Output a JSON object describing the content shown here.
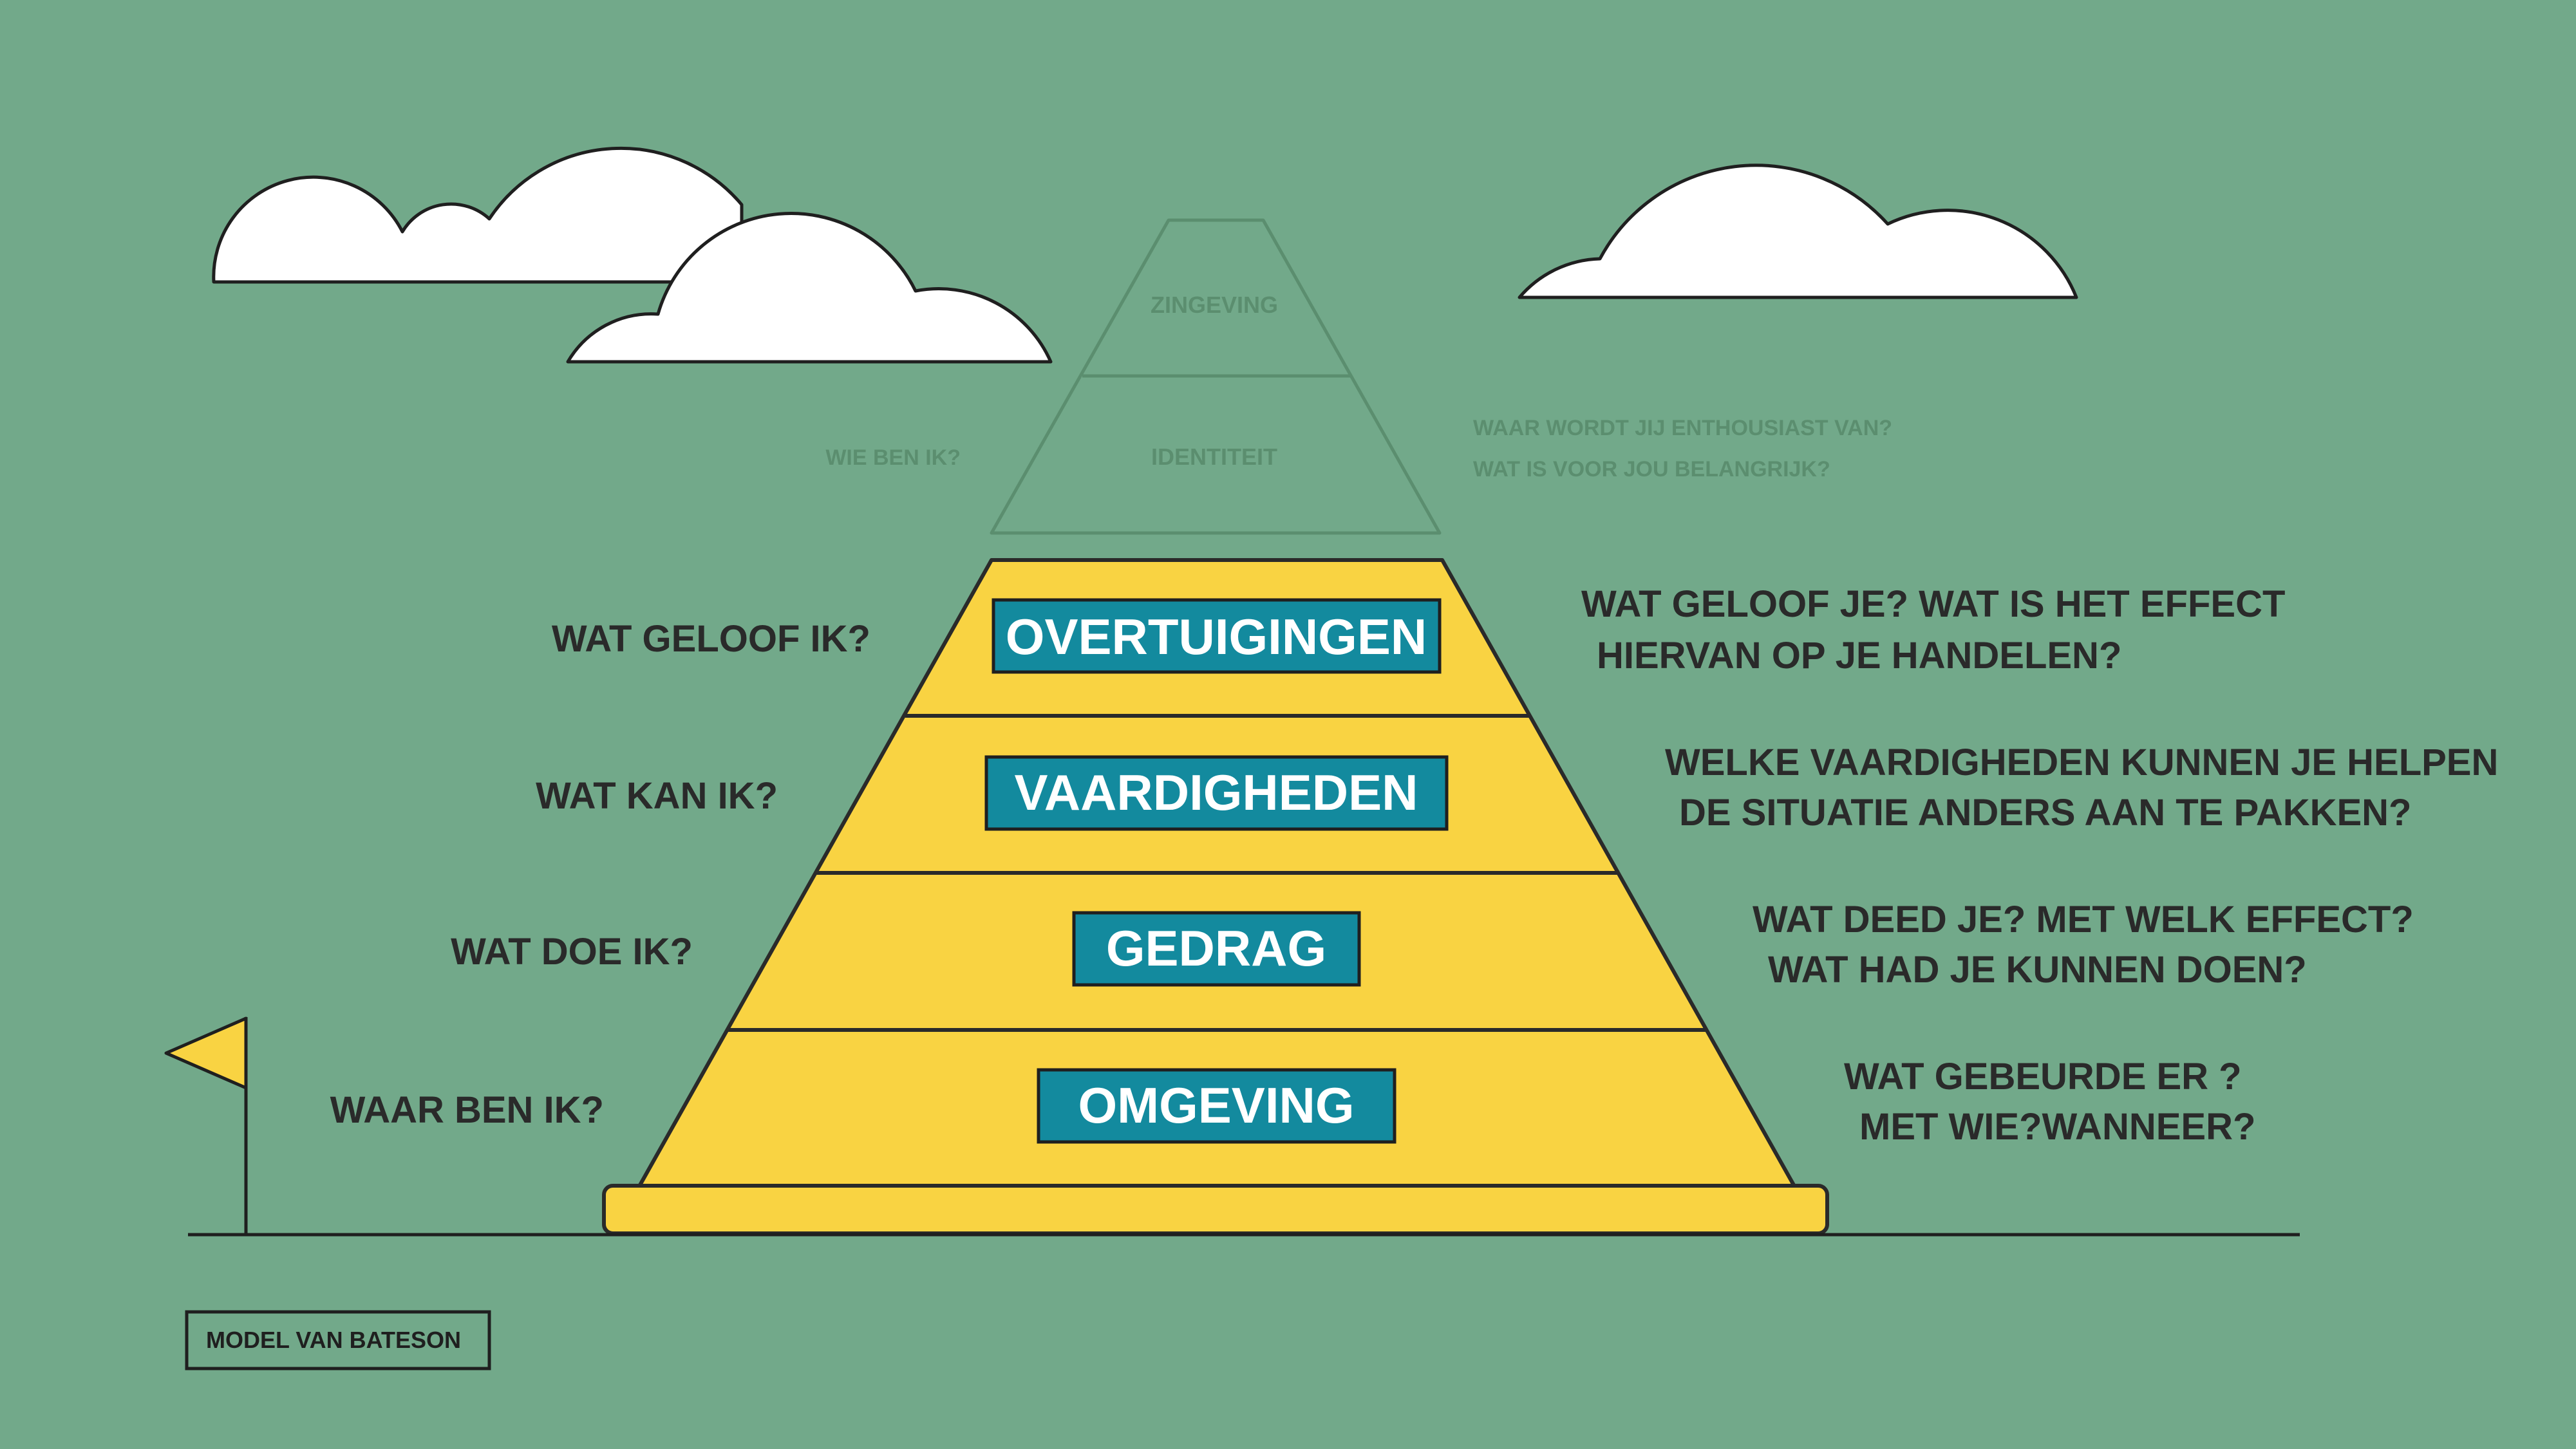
{
  "colors": {
    "background": "#72a98a",
    "pyramid_fill": "#f9d342",
    "label_box": "#138a9e",
    "outline": "#2a2a2a",
    "faint_outline": "#5b8e6f",
    "cloud_fill": "#ffffff"
  },
  "diagram": {
    "faded_top": {
      "levels": [
        {
          "label": "ZINGEVING"
        },
        {
          "label": "IDENTITEIT"
        }
      ],
      "left_question": "WIE BEN IK?",
      "right_questions": [
        "WAAR WORDT JIJ ENTHOUSIAST VAN?",
        "WAT IS VOOR JOU BELANGRIJK?"
      ]
    },
    "levels": [
      {
        "label": "OVERTUIGINGEN",
        "left_question": "WAT GELOOF IK?",
        "right_questions": [
          "WAT GELOOF JE? WAT IS HET EFFECT",
          "HIERVAN OP JE HANDELEN?"
        ]
      },
      {
        "label": "VAARDIGHEDEN",
        "left_question": "WAT KAN IK?",
        "right_questions": [
          "WELKE VAARDIGHEDEN KUNNEN JE HELPEN",
          "DE SITUATIE ANDERS AAN TE PAKKEN?"
        ]
      },
      {
        "label": "GEDRAG",
        "left_question": "WAT DOE IK?",
        "right_questions": [
          "WAT DEED JE? MET WELK EFFECT?",
          "WAT HAD JE KUNNEN DOEN?"
        ]
      },
      {
        "label": "OMGEVING",
        "left_question": "WAAR BEN IK?",
        "right_questions": [
          "WAT GEBEURDE ER ?",
          "MET WIE?WANNEER?"
        ]
      }
    ],
    "caption": "MODEL VAN BATESON",
    "decorations": [
      "cloud-icon",
      "cloud-icon",
      "cloud-icon",
      "flag-icon"
    ]
  }
}
